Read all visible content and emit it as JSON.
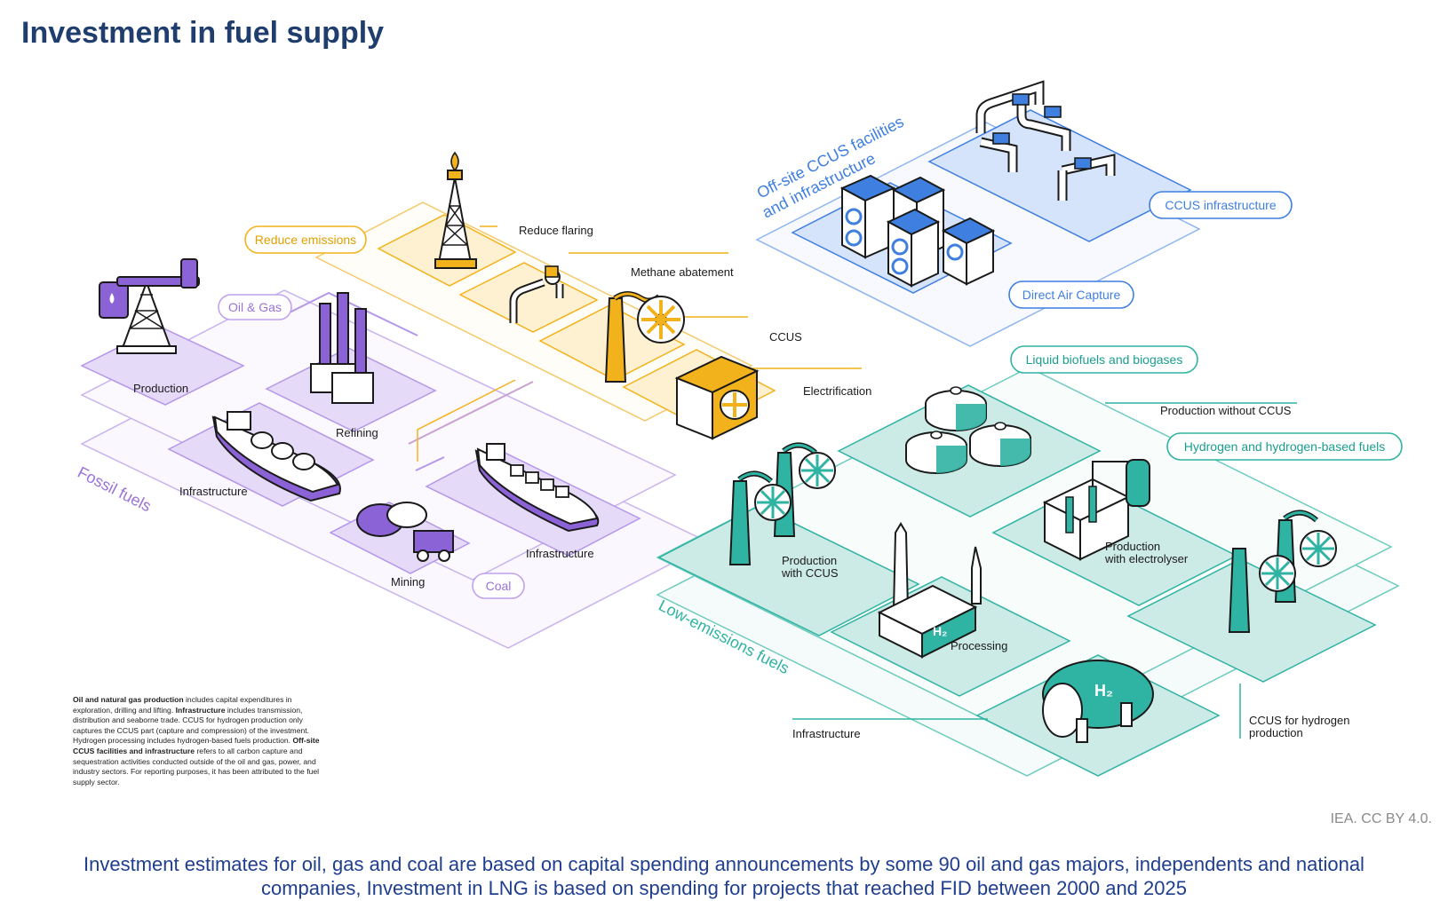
{
  "title": "Investment in fuel supply",
  "colors": {
    "fossil": "#9b72d8",
    "emissions": "#f2b21b",
    "ccus": "#3f7fe0",
    "low": "#2fb3a3",
    "title": "#1f3e6e"
  },
  "groups": {
    "fossil": "Fossil fuels",
    "oil_gas": "Oil & Gas",
    "coal": "Coal",
    "reduce": "Reduce emissions",
    "offsite_1": "Off-site CCUS facilities",
    "offsite_2": "and infrastructure",
    "low": "Low-emissions fuels",
    "liquid_bio": "Liquid biofuels and biogases",
    "hydrogen": "Hydrogen and hydrogen-based fuels",
    "dac": "Direct Air Capture",
    "ccus_infra": "CCUS infrastructure"
  },
  "labels": {
    "production": "Production",
    "refining": "Refining",
    "infra_oil": "Infrastructure",
    "mining": "Mining",
    "infra_coal": "Infrastructure",
    "reduce_flaring": "Reduce flaring",
    "methane": "Methane abatement",
    "ccus": "CCUS",
    "electrification": "Electrification",
    "prod_no_ccus": "Production without CCUS",
    "prod_ccus_1": "Production",
    "prod_ccus_2": "with CCUS",
    "prod_elec_1": "Production",
    "prod_elec_2": "with electrolyser",
    "processing": "Processing",
    "infra_low": "Infrastructure",
    "ccus_h2_1": "CCUS for hydrogen",
    "ccus_h2_2": "production",
    "h2": "H₂"
  },
  "note": {
    "b1": "Oil and natural gas production",
    "t1": " includes capital expenditures in exploration, drilling and lifting. ",
    "b2": "Infrastructure",
    "t2": " includes transmission, distribution and seaborne trade. CCUS for hydrogen production only captures the CCUS part (capture and compression) of the investment. Hydrogen processing includes hydrogen-based fuels production. ",
    "b3": "Off-site CCUS facilities and infrastructure",
    "t3": " refers to all carbon capture and sequestration activities conducted outside of the oil and gas, power, and industry sectors. For reporting purposes, it has been attributed to the fuel supply sector."
  },
  "credit": "IEA. CC BY 4.0.",
  "caption": {
    "line1": "Investment estimates for oil, gas and coal are based on capital spending announcements by some 90 oil and gas majors, independents and national",
    "line2": "companies, Investment in LNG is based on spending for projects that reached FID between 2000 and 2025"
  }
}
